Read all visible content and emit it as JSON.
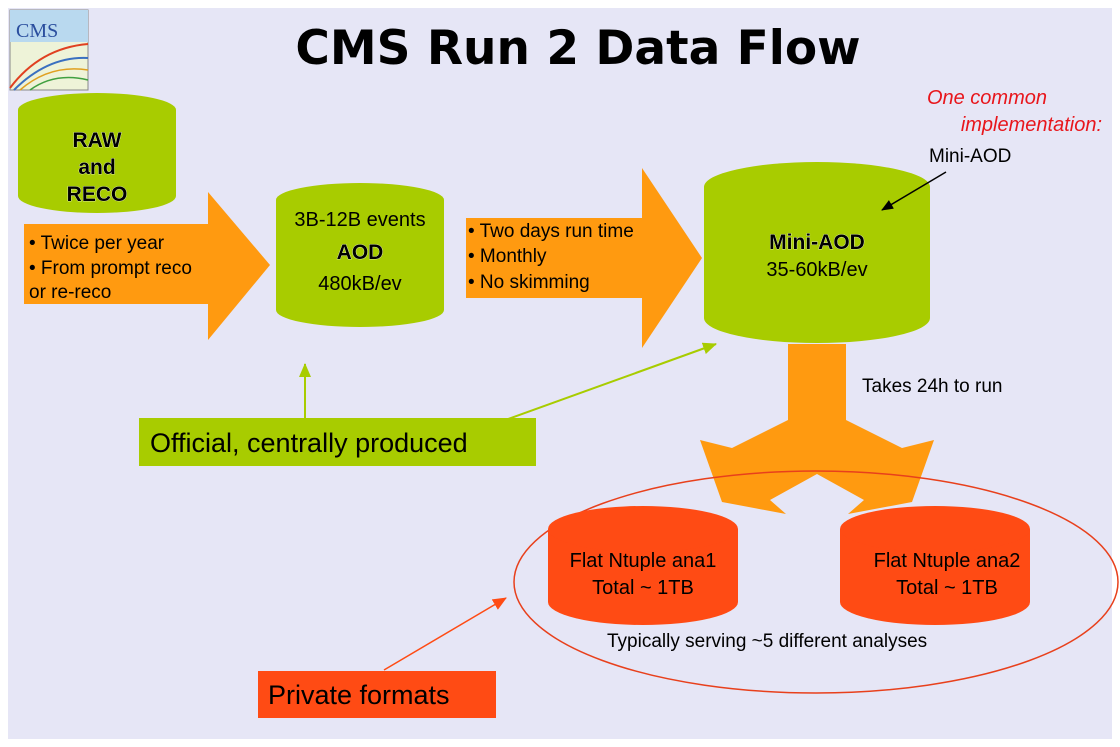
{
  "title": "CMS Run 2 Data Flow",
  "logo": {
    "text": "CMS"
  },
  "raw_db": {
    "line1": "RAW",
    "line2": "and",
    "line3": "RECO"
  },
  "arrow1": {
    "bullet1": "• Twice per year",
    "bullet2": "• From prompt reco",
    "bullet3": " or re-reco"
  },
  "aod_db": {
    "events": "3B-12B events",
    "name": "AOD",
    "size": "480kB/ev"
  },
  "arrow2": {
    "bullet1": "• Two days run time",
    "bullet2": "• Monthly",
    "bullet3": "• No skimming"
  },
  "miniaod_db": {
    "name": "Mini-AOD",
    "size": "35-60kB/ev"
  },
  "note": {
    "line1": "One common",
    "line2": "implementation:",
    "line3": "Mini-AOD"
  },
  "takes_label": "Takes 24h to run",
  "official_label": "Official, centrally produced",
  "ntuple1": {
    "line1": "Flat Ntuple ana1",
    "line2": "Total ~ 1TB"
  },
  "ntuple2": {
    "line1": "Flat Ntuple ana2",
    "line2": "Total ~ 1TB"
  },
  "serving_label": "Typically serving ~5 different analyses",
  "private_label": "Private formats",
  "colors": {
    "background": "#e6e6f6",
    "green": "#a8cc00",
    "orange": "#ff9a10",
    "red_orange": "#ff4b14",
    "red_text": "#e8161c",
    "ellipse": "#e8401c"
  }
}
